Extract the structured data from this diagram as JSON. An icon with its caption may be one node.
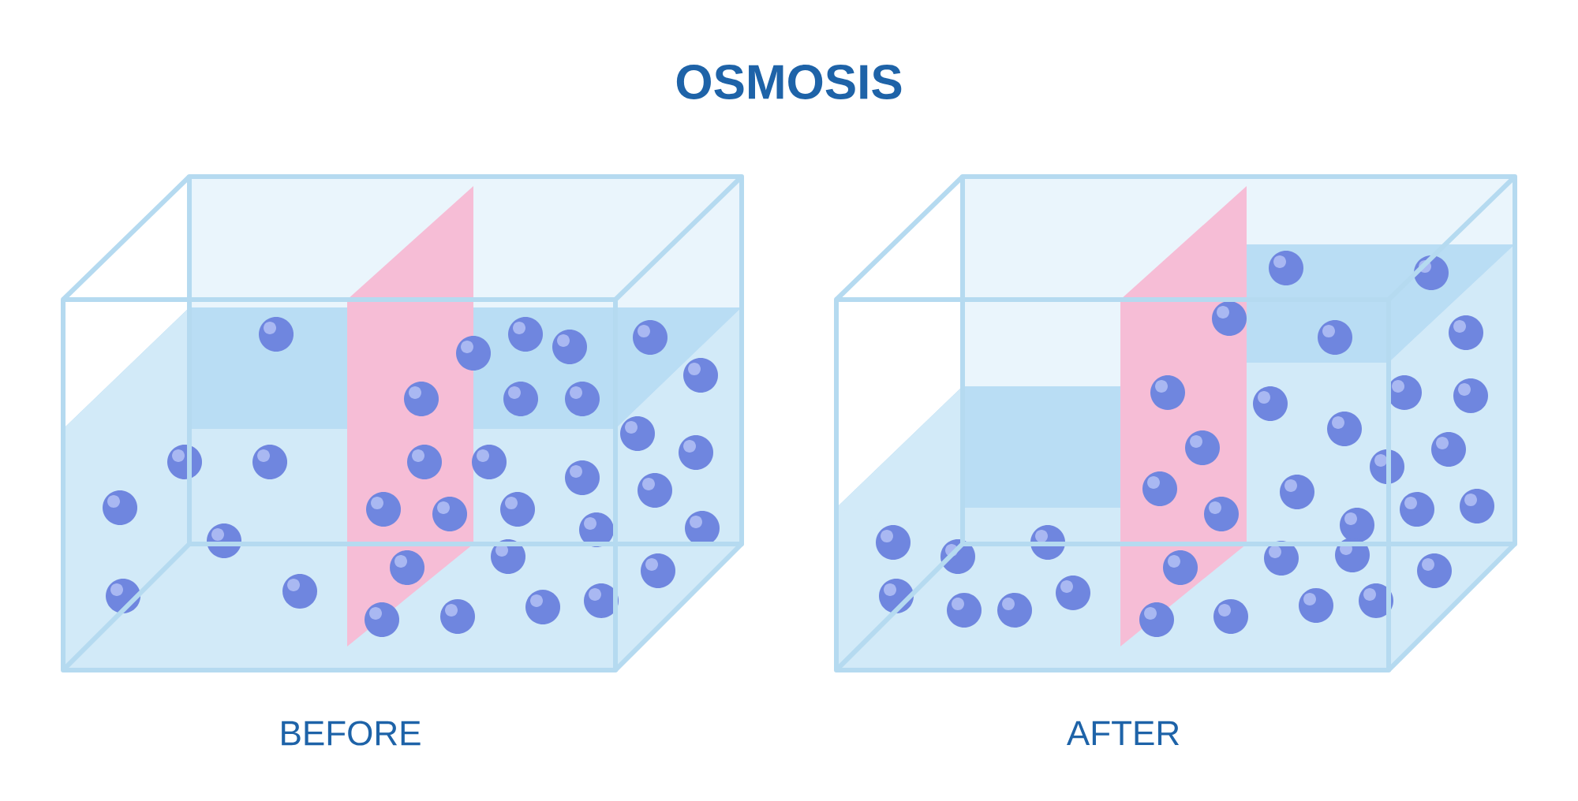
{
  "diagram": {
    "title": "OSMOSIS",
    "labels": [
      "BEFORE",
      "AFTER"
    ]
  }
}
